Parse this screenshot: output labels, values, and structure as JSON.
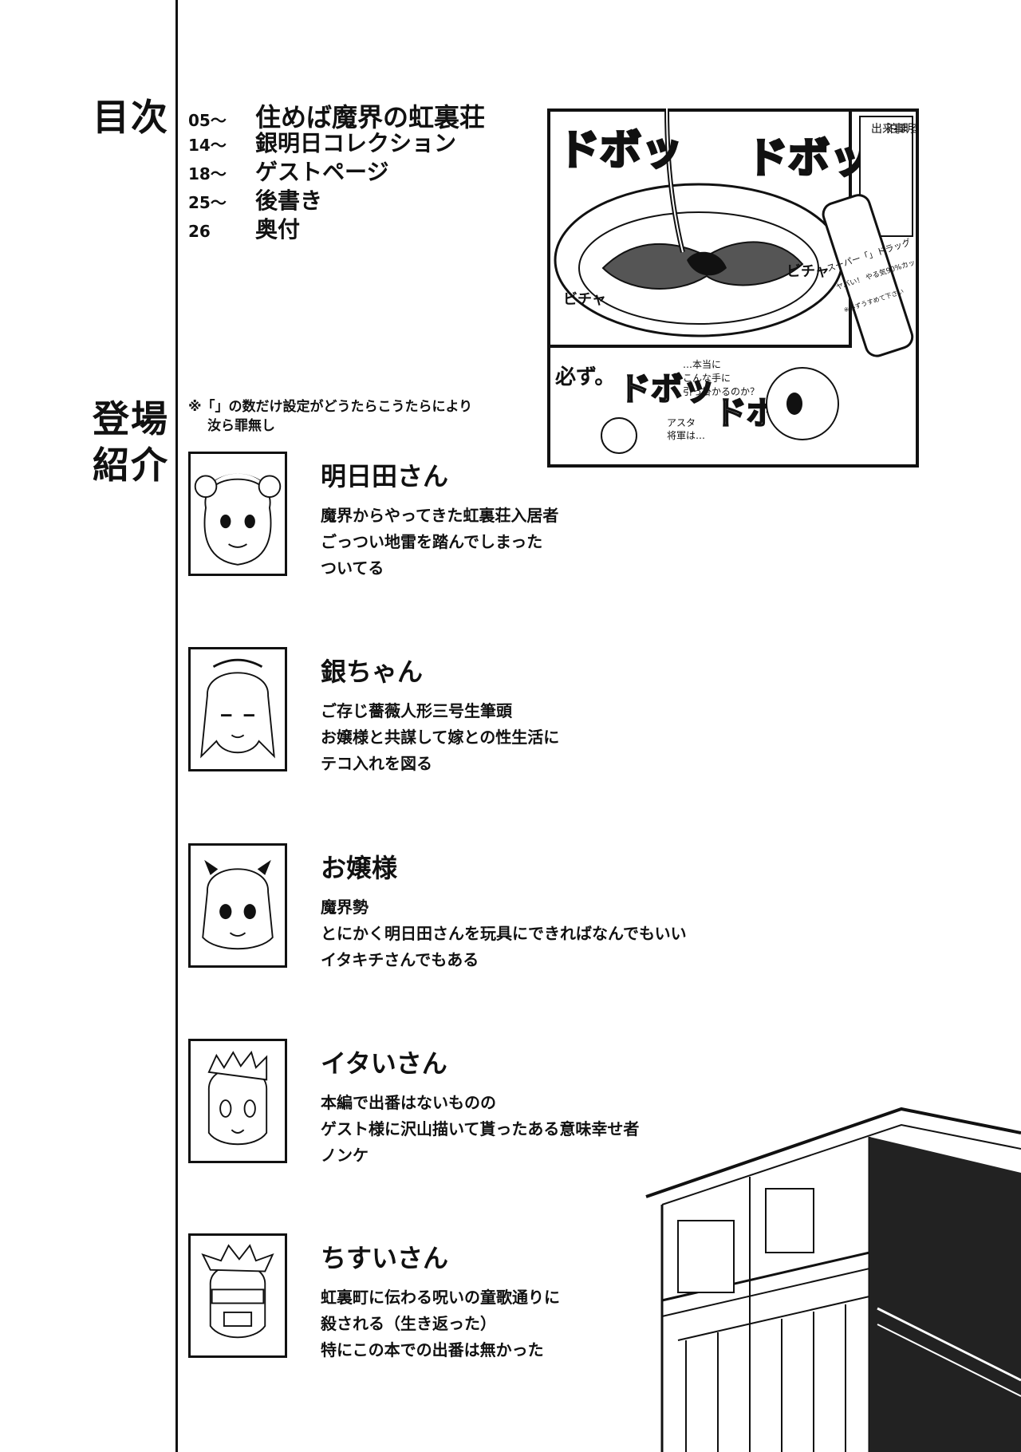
{
  "toc": {
    "title": "目次",
    "items": [
      {
        "num": "05～",
        "title": "住めば魔界の虹裏荘"
      },
      {
        "num": "14～",
        "title": "銀明日コレクション"
      },
      {
        "num": "18～",
        "title": "ゲストページ"
      },
      {
        "num": "25～",
        "title": "後書き"
      },
      {
        "num": "26",
        "title": "奥付"
      }
    ]
  },
  "cast": {
    "title_line1": "登場",
    "title_line2": "紹介",
    "note_line1": "※「」の数だけ設定がどうたらこうたらにより",
    "note_line2": "汝ら罪無し",
    "characters": [
      {
        "name": "明日田さん",
        "lines": [
          "魔界からやってきた虹裏荘入居者",
          "ごっつい地雷を踏んでしまった",
          "ついてる"
        ]
      },
      {
        "name": "銀ちゃん",
        "lines": [
          "ご存じ薔薇人形三号生筆頭",
          "お嬢様と共謀して嫁との性生活に",
          "テコ入れを図る"
        ]
      },
      {
        "name": "お嬢様",
        "lines": [
          "魔界勢",
          "とにかく明日田さんを玩具にできればなんでもいい",
          "イタキチさんでもある"
        ]
      },
      {
        "name": "イタいさん",
        "lines": [
          "本編で出番はないものの",
          "ゲスト様に沢山描いて貰ったある意味幸せ者",
          "ノンケ"
        ]
      },
      {
        "name": "ちすいさん",
        "lines": [
          "虹裏町に伝わる呪いの童歌通りに",
          "殺される（生き返った）",
          "特にこの本での出番は無かった"
        ]
      }
    ]
  },
  "comic": {
    "caption": [
      "明日田さんちに",
      "泊まる前日の",
      "出来事"
    ],
    "sfx_dobo": "ドボッ",
    "sfx_bicha": "ビチャ",
    "bottle_label": "スーパー「」ドラッグ",
    "bottle_small": "ヤバい！ やる気90%カット",
    "bottle_note": "※必ずうすめて下さい",
    "speech_1": [
      "…本当に",
      "こんな手に",
      "引っ掛かるのか？"
    ],
    "speech_2": [
      "アスタ",
      "将軍は…"
    ],
    "speech_3": "必ず。"
  }
}
